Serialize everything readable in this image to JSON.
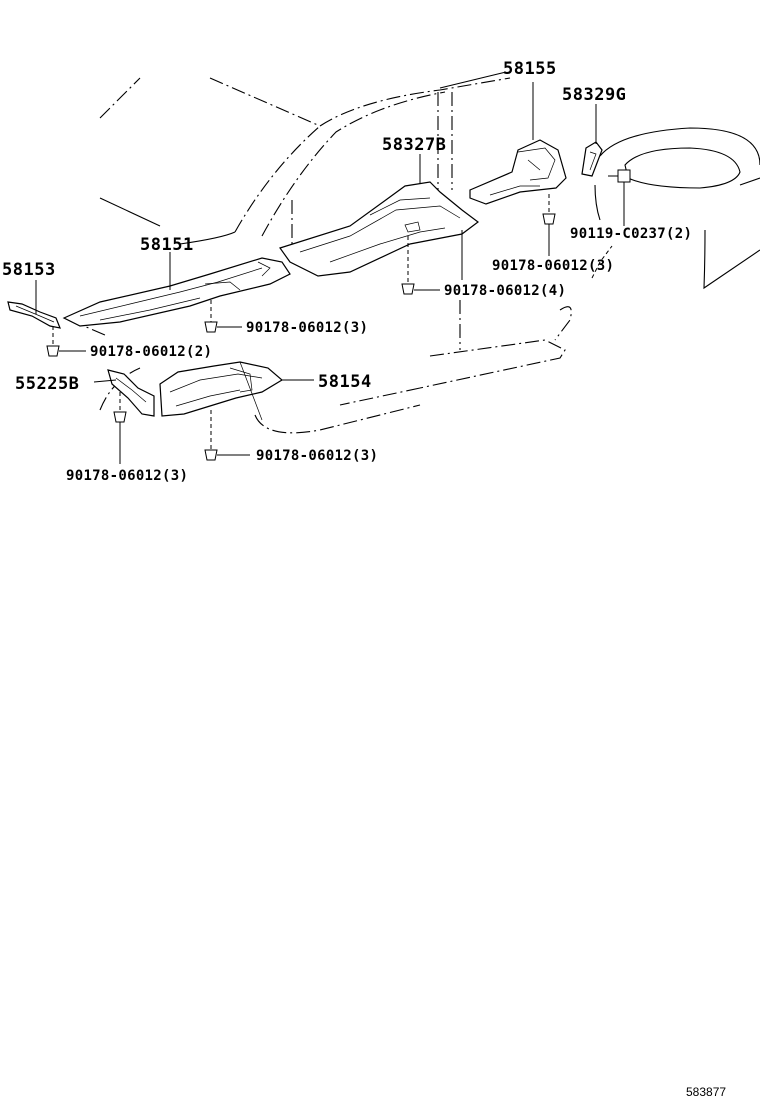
{
  "parts": {
    "p58155": "58155",
    "p58329G": "58329G",
    "p58327B": "58327B",
    "p58151": "58151",
    "p58153": "58153",
    "p55225B": "55225B",
    "p58154": "58154"
  },
  "fasteners": {
    "f_c0237": "90119-C0237(2)",
    "f_upper_right": "90178-06012(3)",
    "f_center": "90178-06012(4)",
    "f_mid_left": "90178-06012(3)",
    "f_left": "90178-06012(2)",
    "f_lower_right": "90178-06012(3)",
    "f_lower_left": "90178-06012(3)"
  },
  "diagram_id": "583877"
}
